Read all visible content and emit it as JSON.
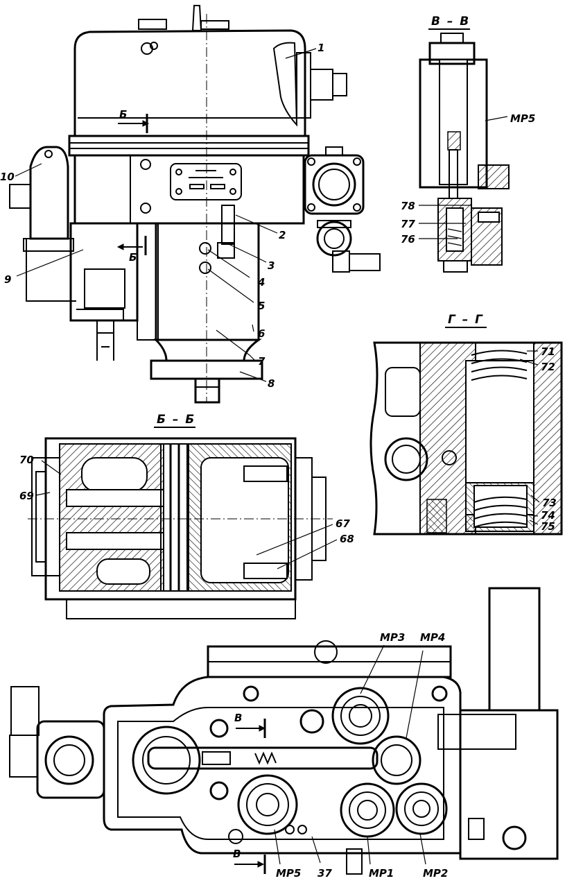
{
  "sections": {
    "vv": "В – В",
    "gg": "Г – Г",
    "bb": "Б – Б"
  },
  "cut_marks": {
    "b_top": "Б",
    "b_left": "Б",
    "v_top": "В",
    "v_bottom": "В"
  },
  "labels": {
    "p1": "1",
    "p2": "2",
    "p3": "3",
    "p4": "4",
    "p5": "5",
    "p6": "6",
    "p7": "7",
    "p8": "8",
    "p9": "9",
    "p10": "10",
    "p37": "37",
    "p67": "67",
    "p68": "68",
    "p69": "69",
    "p70": "70",
    "p71": "71",
    "p72": "72",
    "p73": "73",
    "p74": "74",
    "p75": "75",
    "p76": "76",
    "p77": "77",
    "p78": "78",
    "mp1": "МР1",
    "mp2": "МР2",
    "mp3": "МР3",
    "mp4": "МР4",
    "mp5_plan": "МР5",
    "mp5_section": "МР5"
  }
}
